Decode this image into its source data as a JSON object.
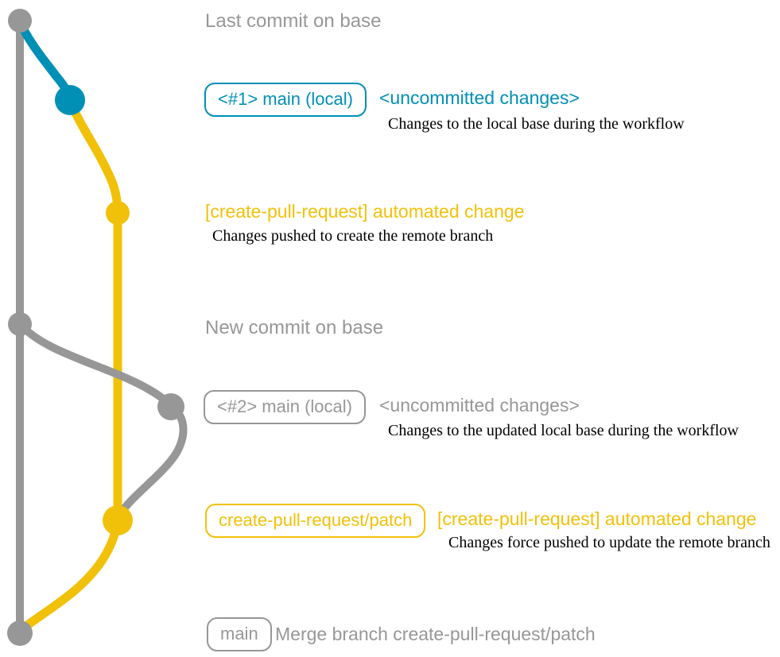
{
  "colors": {
    "gray": "#979797",
    "blue": "#008fb5",
    "yellow": "#f1c109",
    "black": "#000000",
    "background": "#ffffff"
  },
  "diagram": {
    "type": "git-graph",
    "branches": [
      {
        "name": "base",
        "color": "#979797"
      },
      {
        "name": "main (local)",
        "color": "#008fb5"
      },
      {
        "name": "create-pull-request/patch",
        "color": "#f1c109"
      }
    ]
  },
  "annotations": {
    "last_commit": "Last commit on base",
    "row1": {
      "branch_label": "<#1> main (local)",
      "message": "<uncommitted changes>",
      "description": "Changes to the local base during the workflow"
    },
    "row2": {
      "message": "[create-pull-request] automated change",
      "description": "Changes pushed to create the remote branch"
    },
    "new_commit": "New commit on base",
    "row3": {
      "branch_label": "<#2> main (local)",
      "message": "<uncommitted changes>",
      "description": "Changes to the updated local base during the workflow"
    },
    "row4": {
      "branch_label": "create-pull-request/patch",
      "message": "[create-pull-request] automated change",
      "description": "Changes force pushed to update the remote branch"
    },
    "row5": {
      "branch_label": "main",
      "message": "Merge branch create-pull-request/patch"
    }
  }
}
